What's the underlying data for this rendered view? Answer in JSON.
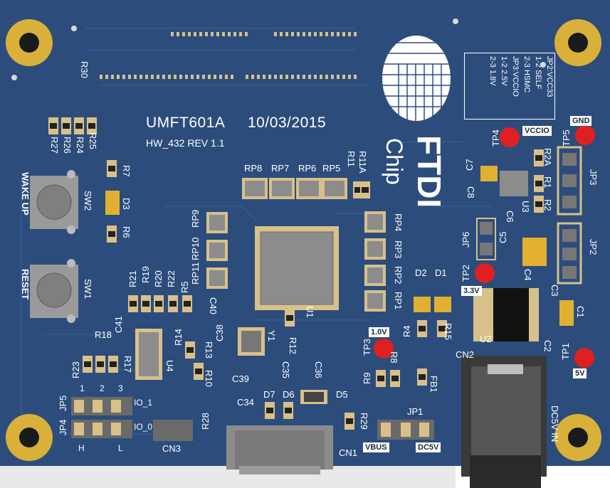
{
  "board": {
    "title": "UMFT601A",
    "date": "10/03/2015",
    "revision": "HW_432  REV 1.1",
    "brand": {
      "name": "FTDI",
      "sub": "Chip"
    }
  },
  "jumper_table": {
    "jp2": {
      "header": "JP2:VCC33",
      "r1": "1-2  SELF",
      "r2": "2-3  HSMC"
    },
    "jp3": {
      "header": "JP3:VCCIO",
      "r1": "1-2  2.5V",
      "r2": "2-3  1.8V"
    }
  },
  "voltage_tags": {
    "vccio": "VCCIO",
    "gnd": "GND",
    "v33": "3.3V",
    "v10": "1.0V",
    "v5": "5V"
  },
  "switches": {
    "wake_label": "WAKE UP",
    "wake_ref": "SW2",
    "reset_label": "RESET",
    "reset_ref": "SW1"
  },
  "refs": {
    "r30": "R30",
    "r27": "R27",
    "r26": "R26",
    "r24": "R24",
    "r25": "R25",
    "r7": "R7",
    "d3": "D3",
    "r6": "R6",
    "rp8": "RP8",
    "rp7": "RP7",
    "rp6": "RP6",
    "rp5": "RP5",
    "r11": "R11",
    "r11a": "R11A",
    "rp9": "RP9",
    "rp10": "RP10",
    "rp11": "RP11",
    "rp4": "RP4",
    "rp3": "RP3",
    "rp2": "RP2",
    "rp1": "RP1",
    "r21": "R21",
    "r19": "R19",
    "r20": "R20",
    "r22": "R22",
    "r5": "R5",
    "c40": "C40",
    "u1": "U1",
    "c41": "C41",
    "r18": "R18",
    "r23": "R23",
    "r17": "R17",
    "u4": "U4",
    "r14": "R14",
    "r13": "R13",
    "r10": "R10",
    "c38": "C38",
    "y1": "Y1",
    "r12": "R12",
    "c39": "C39",
    "c35": "C35",
    "c36": "C36",
    "d2": "D2",
    "d1": "D1",
    "r4": "R4",
    "r15": "R15",
    "tp3": "TP3",
    "r8": "R8",
    "r9": "R9",
    "fb1": "FB1",
    "d7": "D7",
    "d6": "D6",
    "d5": "D5",
    "c34": "C34",
    "r28": "R28",
    "r29": "R29",
    "cn1": "CN1",
    "cn3": "CN3",
    "jp1": "JP1",
    "tp4": "TP4",
    "tp5": "TP5",
    "c7": "C7",
    "c8": "C8",
    "r2a": "R2A",
    "r1": "R1",
    "r2": "R2",
    "u3": "U3",
    "jp3": "JP3",
    "jp6": "JP6",
    "c6": "C6",
    "c5": "C5",
    "tp2": "TP2",
    "c4": "C4",
    "jp2": "JP2",
    "c3": "C3",
    "c1": "C1",
    "c2": "C2",
    "u2": "U2",
    "cn2": "CN2",
    "tp1": "TP1",
    "dc5v": "DC5V IN",
    "jp5": "JP5",
    "jp4": "JP4",
    "io1": "IO_1",
    "io0": "IO_0",
    "h": "H",
    "l": "L",
    "n1": "1",
    "n2": "2",
    "n3": "3",
    "vbus": "VBUS",
    "dc5v_small": "DC5V"
  },
  "colors": {
    "board": "#2c4d7c",
    "board_dark": "#1f3a60",
    "pad": "#d8c08a",
    "gold": "#d9b13a",
    "testpoint": "#e02020"
  }
}
